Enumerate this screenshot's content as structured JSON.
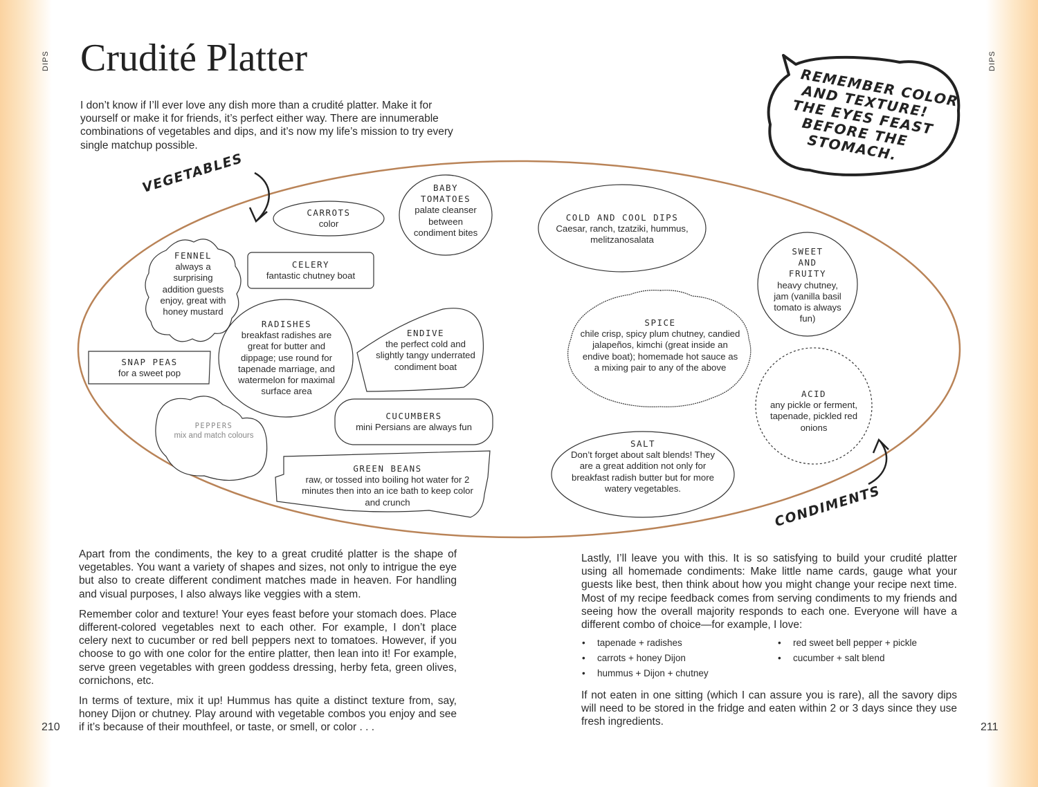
{
  "side_label_left": "DIPS",
  "side_label_right": "DIPS",
  "title": "Crudité Platter",
  "intro": "I don’t know if I’ll ever love any dish more than a crudité platter. Make it for yourself or make it for friends, it’s perfect either way. There are innumerable combinations of vegetables and dips, and it’s now my life’s mission to try every single matchup possible.",
  "callout": {
    "lines": [
      "REMEMBER COLOR",
      "AND TEXTURE!",
      "THE EYES FEAST",
      "BEFORE THE",
      "STOMACH."
    ]
  },
  "diagram": {
    "vegetables_label": "VEGETABLES",
    "condiments_label": "CONDIMENTS",
    "vegetables": {
      "carrots": {
        "heading": "CARROTS",
        "text": "color"
      },
      "baby_tomatoes": {
        "heading": "BABY TOMATOES",
        "text": "palate cleanser between condiment bites"
      },
      "fennel": {
        "heading": "FENNEL",
        "text": "always a surprising addition guests enjoy, great with honey mustard"
      },
      "celery": {
        "heading": "CELERY",
        "text": "fantastic chutney boat"
      },
      "radishes": {
        "heading": "RADISHES",
        "text": "breakfast radishes are great for butter and dippage; use round for tapenade marriage, and watermelon for maximal surface area"
      },
      "endive": {
        "heading": "ENDIVE",
        "text": "the perfect cold and slightly tangy underrated condiment boat"
      },
      "snap_peas": {
        "heading": "SNAP PEAS",
        "text": "for a sweet pop"
      },
      "peppers": {
        "heading": "PEPPERS",
        "text": "mix and match colours"
      },
      "cucumbers": {
        "heading": "CUCUMBERS",
        "text": "mini Persians are always fun"
      },
      "green_beans": {
        "heading": "GREEN BEANS",
        "text": "raw, or tossed into boiling hot water for 2 minutes then into an ice bath to keep color and crunch"
      }
    },
    "condiments": {
      "cold_dips": {
        "heading": "COLD AND COOL DIPS",
        "text": "Caesar, ranch, tzatziki, hummus, melitzanosalata"
      },
      "sweet_fruity": {
        "heading": "SWEET AND FRUITY",
        "text": "heavy chutney, jam (vanilla basil tomato is always fun)"
      },
      "spice": {
        "heading": "SPICE",
        "text": "chile crisp, spicy plum chutney, candied jalapeños, kimchi (great inside an endive boat); homemade hot sauce as a mixing pair to any of the above"
      },
      "acid": {
        "heading": "ACID",
        "text": "any pickle or ferment, tapenade, pickled red onions"
      },
      "salt": {
        "heading": "SALT",
        "text": "Don’t forget about salt blends! They are a great addition not only for breakfast radish butter but for more watery vegetables."
      }
    }
  },
  "left_column": [
    "Apart from the condiments, the key to a great crudité platter is the shape of vegetables. You want a variety of shapes and sizes, not only to intrigue the eye but also to create different condiment matches made in heaven. For handling and visual purposes, I also always like veggies with a stem.",
    "Remember color and texture! Your eyes feast before your stomach does. Place different-colored vegetables next to each other. For example, I don’t place celery next to cucumber or red bell peppers next to tomatoes. However, if you choose to go with one color for the entire platter, then lean into it! For example, serve green vegetables with green goddess dressing, herby feta, green olives, cornichons, etc.",
    "In terms of texture, mix it up! Hummus has quite a distinct texture from, say, honey Dijon or chutney. Play around with vegetable combos you enjoy and see if it’s because of their mouthfeel, or taste, or smell, or color . . ."
  ],
  "right_column": {
    "para_before": "Lastly, I’ll leave you with this. It is so satisfying to build your crudité platter using all homemade condiments: Make little name cards, gauge what your guests like best, then think about how you might change your recipe next time. Most of my recipe feedback comes from serving condiments to my friends and seeing how the overall majority responds to each one. Everyone will have a different combo of choice—for example, I love:",
    "bullets_left": [
      "tapenade + radishes",
      "carrots + honey Dijon",
      "hummus + Dijon + chutney"
    ],
    "bullets_right": [
      "red sweet bell pepper + pickle",
      "cucumber + salt blend"
    ],
    "para_after": "If not eaten in one sitting (which I can assure you is rare), all the savory dips will need to be stored in the fridge and eaten within 2 or 3 days since they use fresh ingredients."
  },
  "page_left": "210",
  "page_right": "211",
  "colors": {
    "platter_outline": "#b98357",
    "margin_tint": "#fbd3a0",
    "ink": "#2a2a2a"
  }
}
